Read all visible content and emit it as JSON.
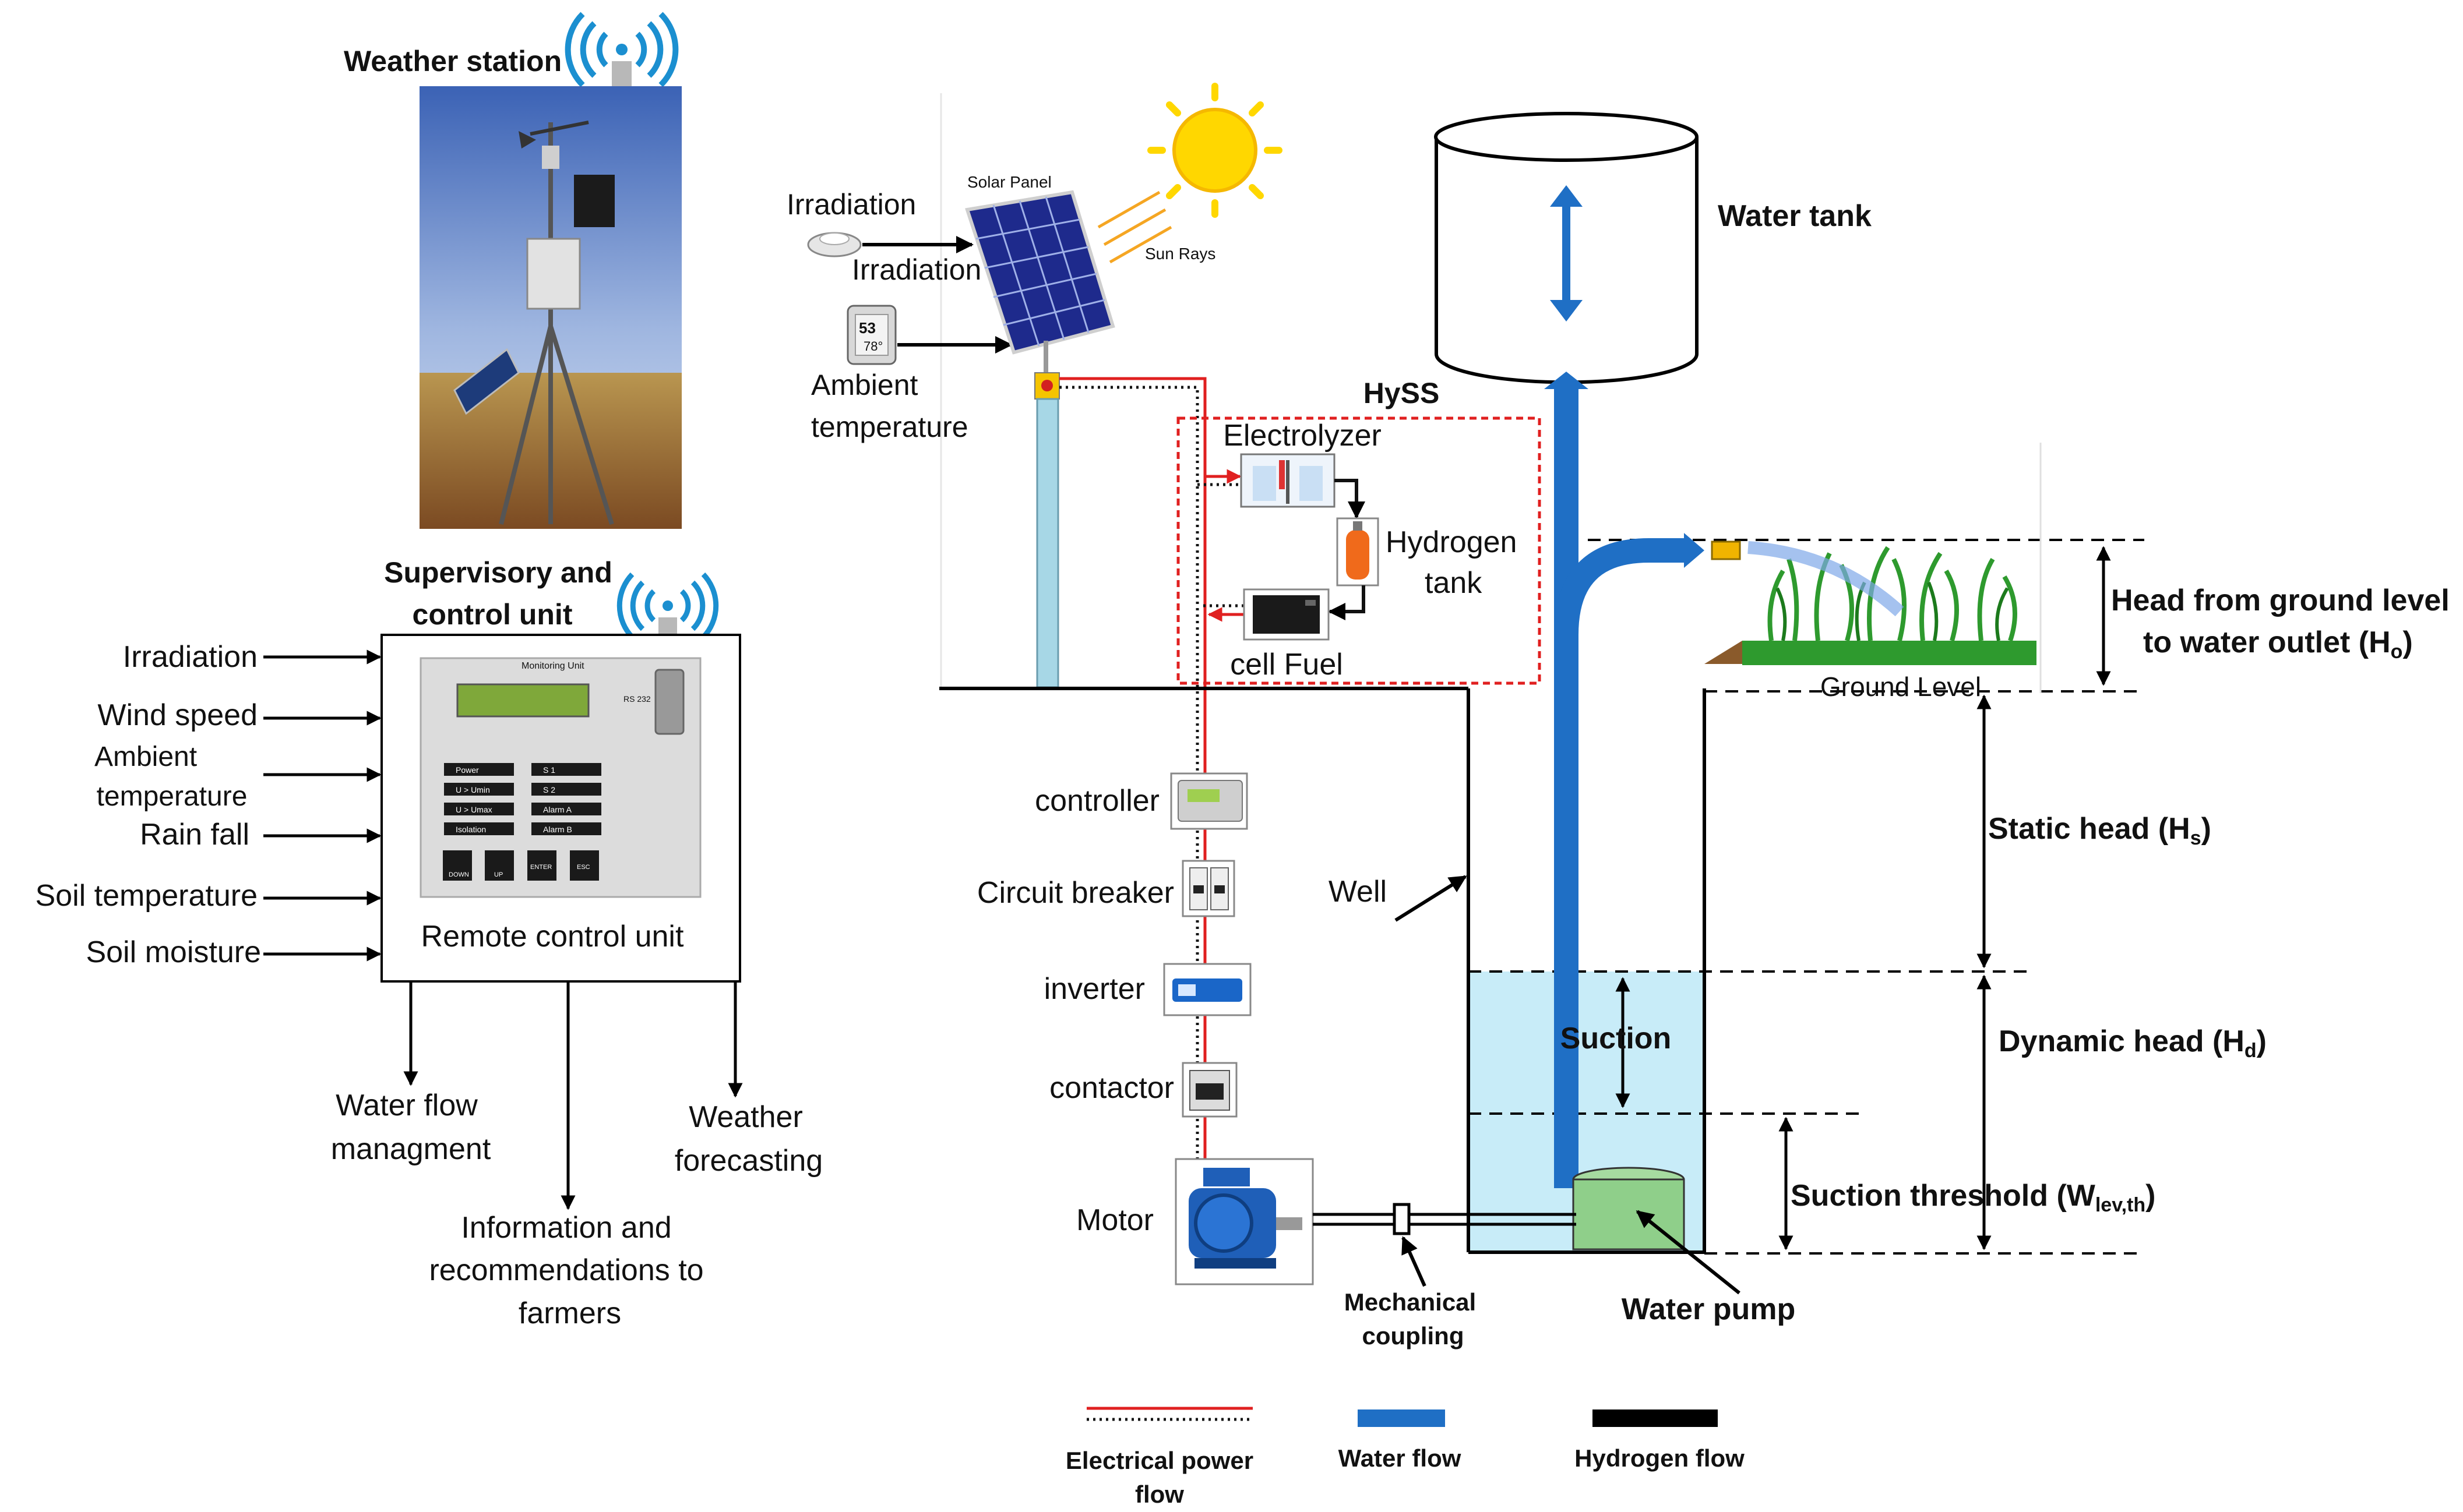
{
  "weather_station": {
    "title": "Weather station"
  },
  "supervisory_unit": {
    "title_line1": "Supervisory and",
    "title_line2": "control unit",
    "panel_label": "Remote control unit",
    "screen_title": "Monitoring Unit",
    "port_label": "RS 232",
    "keys": [
      "Power",
      "U > Umin",
      "U > Umax",
      "Isolation",
      "S 1",
      "S 2",
      "Alarm A",
      "Alarm B"
    ],
    "buttons": [
      "DOWN",
      "UP",
      "ENTER",
      "ESC"
    ],
    "inputs": {
      "irradiation": "Irradiation",
      "wind_speed": "Wind speed",
      "ambient_1": "Ambient",
      "ambient_2": "temperature",
      "rain_fall": "Rain fall",
      "soil_temperature": "Soil temperature",
      "soil_moisture": "Soil moisture"
    },
    "outputs": {
      "water_flow_1": "Water flow",
      "water_flow_2": "managment",
      "info_1": "Information and",
      "info_2": "recommendations to",
      "info_3": "farmers",
      "weather_1": "Weather",
      "weather_2": "forecasting"
    }
  },
  "pv_system": {
    "irradiation_label": "Irradiation",
    "irradiation_sensor_label": "Irradiation",
    "ambient_1": "Ambient",
    "ambient_2": "temperature",
    "solar_panel": "Solar Panel",
    "sun_rays": "Sun Rays",
    "thermo_top": "53",
    "thermo_bottom": "78°"
  },
  "hyss": {
    "title": "HySS",
    "electrolyzer": "Electrolyzer",
    "hydrogen_1": "Hydrogen",
    "hydrogen_2": "tank",
    "fuel_cell": "cell Fuel"
  },
  "power_chain": {
    "controller": "controller",
    "circuit_breaker": "Circuit breaker",
    "inverter": "inverter",
    "contactor": "contactor",
    "motor": "Motor",
    "coupling_1": "Mechanical",
    "coupling_2": "coupling"
  },
  "hydraulics": {
    "water_tank": "Water tank",
    "well": "Well",
    "suction": "Suction",
    "water_pump": "Water pump",
    "ground_level": "Ground Level",
    "head_outlet_1": "Head from ground level",
    "head_outlet_2": "to water outlet (H",
    "head_outlet_sub": "o",
    "static_head": "Static head (H",
    "static_head_sub": "s",
    "dynamic_head": "Dynamic head (H",
    "dynamic_head_sub": "d",
    "suction_threshold": "Suction threshold (W",
    "suction_threshold_sub": "lev,th",
    "close_paren": ")"
  },
  "legend": {
    "electrical_1": "Electrical power",
    "electrical_2": "flow",
    "water": "Water flow",
    "hydrogen": "Hydrogen flow"
  },
  "colors": {
    "water_blue": "#1f6fc5",
    "electric_red": "#e02020",
    "well_water": "#c8ecf8",
    "pump_green": "#8fcf8a",
    "sun_yellow": "#ffd700",
    "grass_green": "#2e9a2e"
  }
}
